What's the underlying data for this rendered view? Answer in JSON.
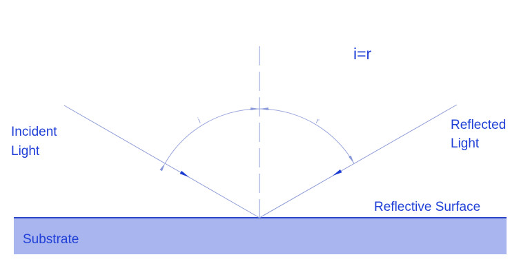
{
  "labels": {
    "equation": "i=r",
    "incident_line1": "Incident",
    "incident_line2": "Light",
    "reflected_line1": "Reflected",
    "reflected_line2": "Light",
    "surface": "Reflective Surface",
    "substrate": "Substrate",
    "angle_i": "i",
    "angle_r": "r"
  },
  "colors": {
    "text": "#1f3fd6",
    "ray": "#8d9bd6",
    "surface_line": "#2a44c8",
    "substrate_fill": "#a9b5ef",
    "arc": "#9aa6dc",
    "arrow_mark": "#8897d8",
    "ray_arrow": "#1c3bd2"
  }
}
